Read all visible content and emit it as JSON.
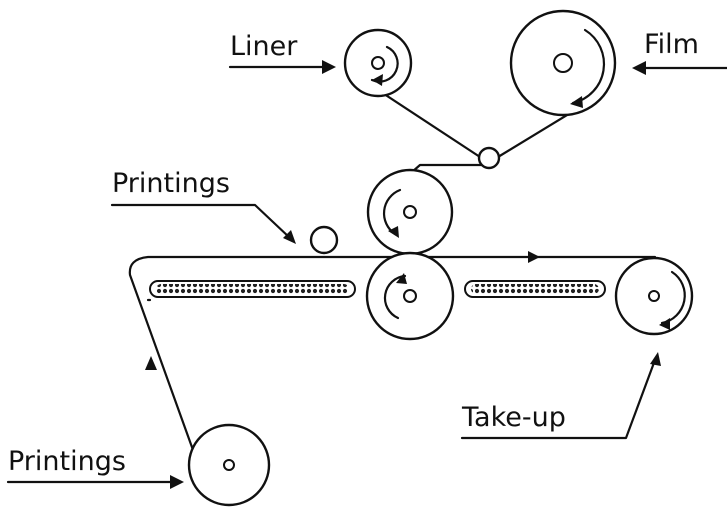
{
  "labels": {
    "liner": "Liner",
    "film": "Film",
    "printings_top": "Printings",
    "printings_bottom": "Printings",
    "take_up": "Take-up"
  }
}
